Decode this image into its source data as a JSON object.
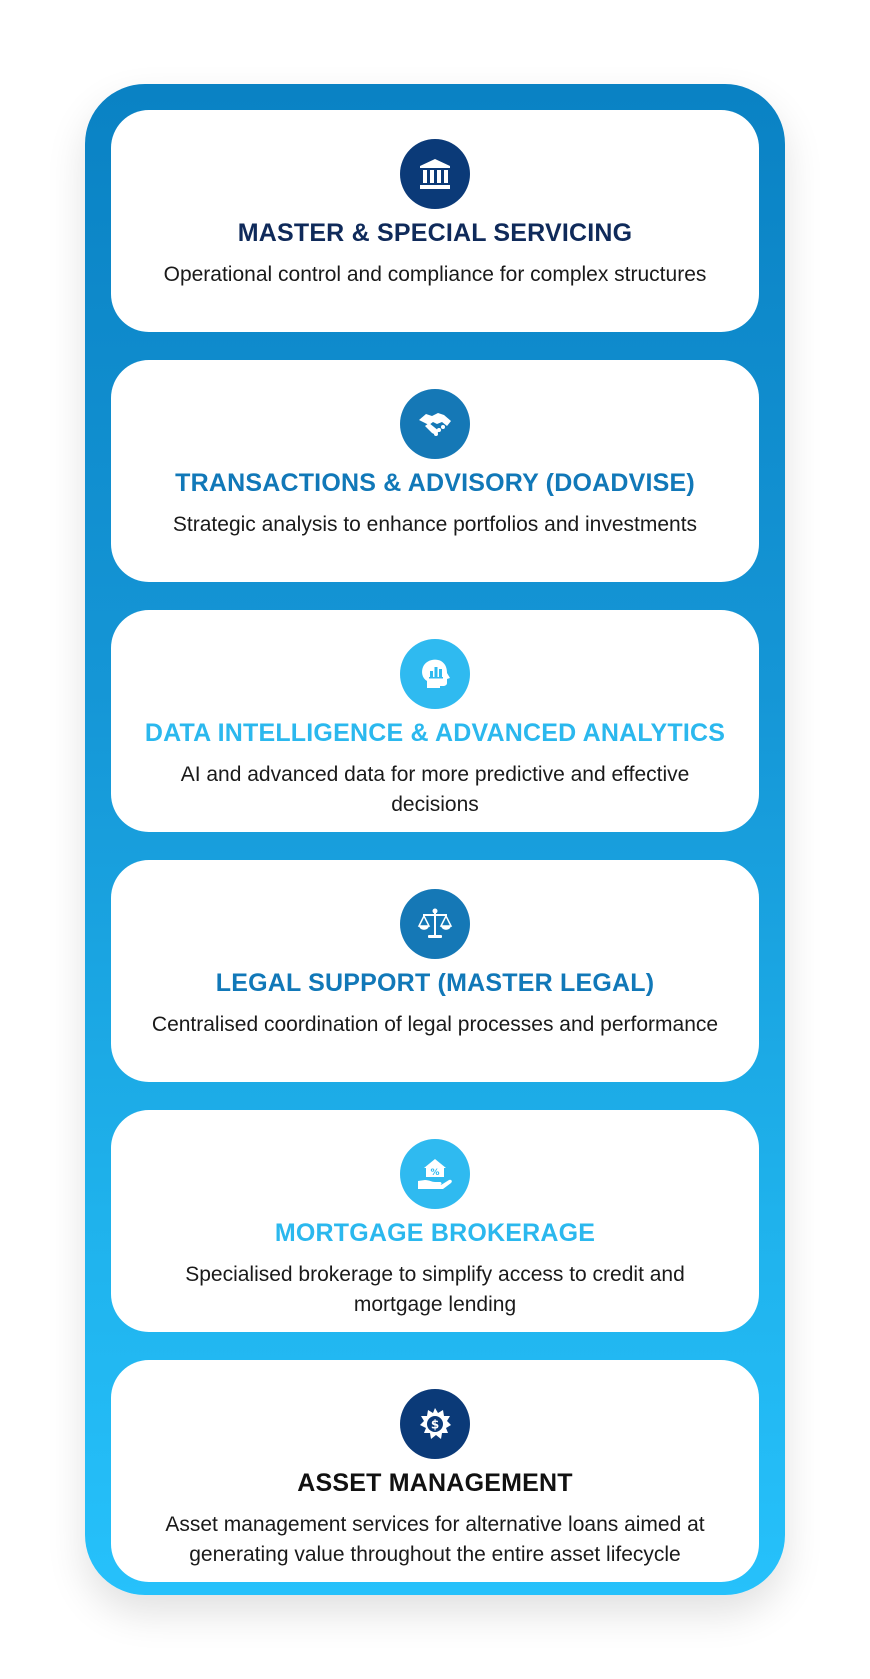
{
  "services": [
    {
      "title": "MASTER & SPECIAL SERVICING",
      "description": "Operational control and compliance for complex structures",
      "icon": "bank-icon",
      "title_color": "#0f2a5a",
      "icon_bg": "#0b3a78"
    },
    {
      "title": "TRANSACTIONS & ADVISORY (DOADVISE)",
      "description": "Strategic analysis to enhance portfolios and investments",
      "icon": "handshake-icon",
      "title_color": "#1178b8",
      "icon_bg": "#1578b6"
    },
    {
      "title": "DATA INTELLIGENCE & ADVANCED ANALYTICS",
      "description": "AI and advanced data for more predictive and effective decisions",
      "icon": "head-analytics-icon",
      "title_color": "#2bb8ee",
      "icon_bg": "#2fbaf0"
    },
    {
      "title": "LEGAL SUPPORT (MASTER LEGAL)",
      "description": "Centralised coordination of legal processes and performance",
      "icon": "scales-icon",
      "title_color": "#1178b8",
      "icon_bg": "#1578b6"
    },
    {
      "title": "MORTGAGE BROKERAGE",
      "description": "Specialised brokerage to simplify access to credit and mortgage lending",
      "icon": "house-hand-icon",
      "title_color": "#2bb8ee",
      "icon_bg": "#2fbaf0"
    },
    {
      "title": "ASSET MANAGEMENT",
      "description": "Asset management services for alternative loans aimed at generating value throughout the entire asset lifecycle",
      "icon": "gear-dollar-icon",
      "title_color": "#111111",
      "icon_bg": "#0b3a78"
    }
  ]
}
